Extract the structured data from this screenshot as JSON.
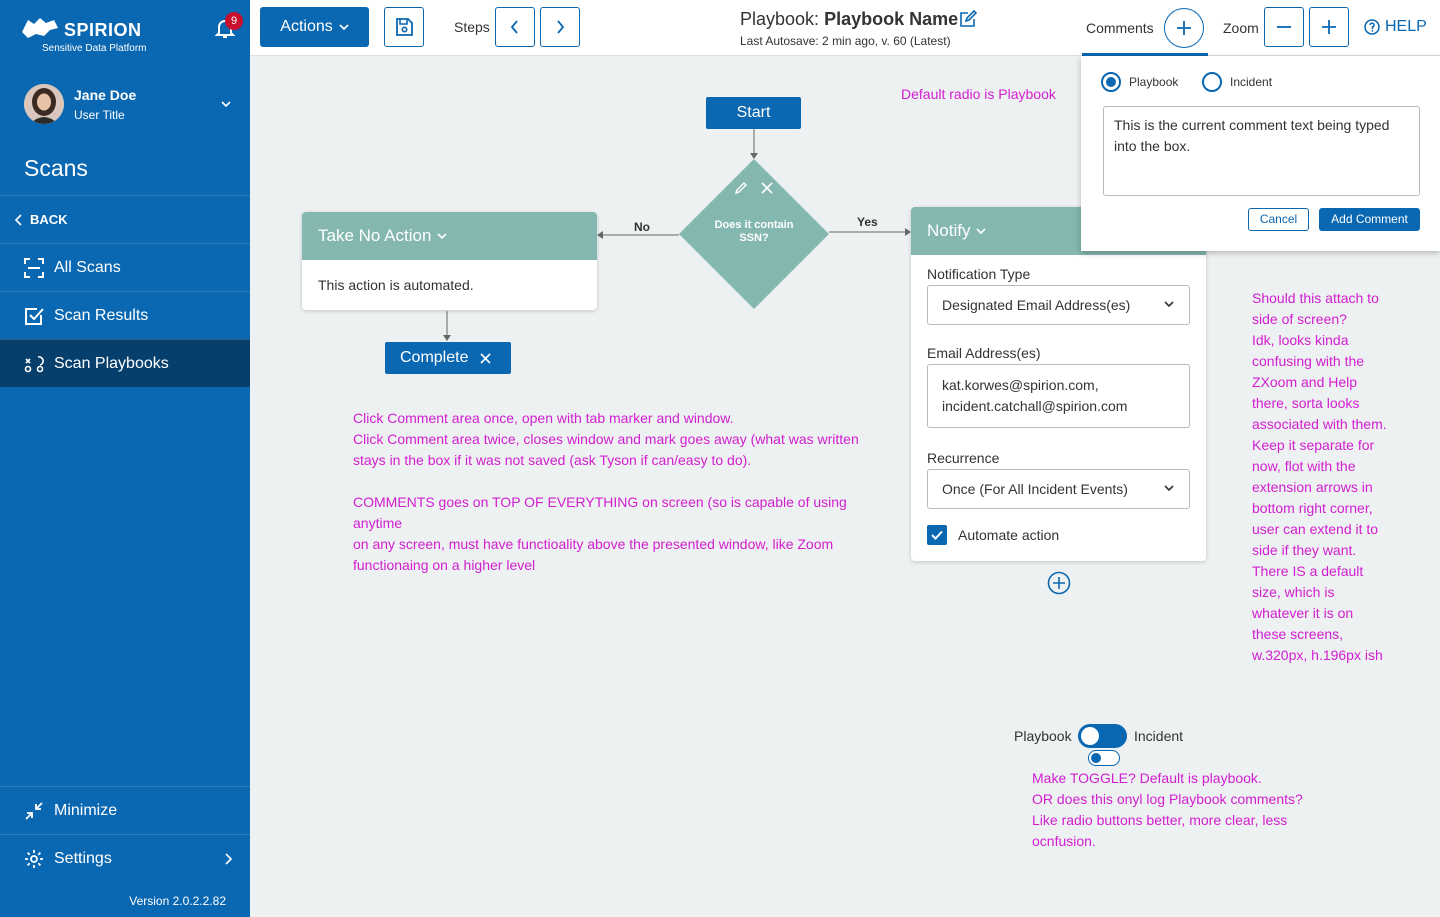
{
  "colors": {
    "brand": "#0a67b1",
    "sidebar_active": "#073f6c",
    "node_header": "#84b7b0",
    "annotation": "#d21ed0",
    "badge": "#c8102e"
  },
  "sidebar": {
    "logo_text": "SPIRION",
    "logo_subtitle": "Sensitive Data Platform",
    "notification_count": "9",
    "user": {
      "name": "Jane Doe",
      "title": "User Title"
    },
    "section_title": "Scans",
    "back_label": "BACK",
    "items": [
      {
        "label": "All Scans",
        "icon": "scan-frame-icon"
      },
      {
        "label": "Scan Results",
        "icon": "checkbox-icon"
      },
      {
        "label": "Scan Playbooks",
        "icon": "playbook-icon",
        "active": true
      }
    ],
    "minimize_label": "Minimize",
    "settings_label": "Settings",
    "version": "Version 2.0.2.2.82"
  },
  "topbar": {
    "actions_label": "Actions",
    "steps_label": "Steps",
    "playbook_prefix": "Playbook: ",
    "playbook_name": "Playbook Name",
    "autosave": "Last Autosave: 2 min ago, v. 60 (Latest)",
    "comments_label": "Comments",
    "zoom_label": "Zoom",
    "help_label": "HELP"
  },
  "flow": {
    "start_label": "Start",
    "decision_label": "Does it contain SSN?",
    "no_label": "No",
    "yes_label": "Yes",
    "take_no_action": {
      "title": "Take No Action",
      "body": "This action is automated."
    },
    "complete_label": "Complete",
    "notify": {
      "title": "Notify",
      "notification_type_label": "Notification Type",
      "notification_type_value": "Designated Email Address(es)",
      "email_label": "Email Address(es)",
      "email_line1": "kat.korwes@spirion.com,",
      "email_line2": "incident.catchall@spirion.com",
      "recurrence_label": "Recurrence",
      "recurrence_value": "Once (For All Incident Events)",
      "automate_label": "Automate action",
      "automate_checked": true
    }
  },
  "comment_panel": {
    "radio_playbook": "Playbook",
    "radio_incident": "Incident",
    "selected": "Playbook",
    "text": "This is the current comment text being typed into the box.",
    "cancel_label": "Cancel",
    "add_label": "Add Comment"
  },
  "toggle": {
    "left_label": "Playbook",
    "right_label": "Incident"
  },
  "annotations": {
    "default_radio": "Default radio is Playbook",
    "click_note": [
      "Click Comment area once, open with tab marker and window.",
      "Click Comment area twice, closes window and mark goes away (what was written",
      "stays in the box if it was not saved (ask Tyson if can/easy to do).",
      "",
      "COMMENTS goes on TOP OF EVERYTHING on screen (so is capable of using anytime",
      "on any screen, must have functioality above the presented window, like Zoom",
      "functionaing on a higher level"
    ],
    "side_note": [
      "Should this attach to",
      "side of screen?",
      "Idk, looks kinda",
      "confusing with the",
      "ZXoom and Help",
      "there, sorta looks",
      "associated with them.",
      "Keep it separate for",
      "now, flot with the",
      "extension arrows in",
      "bottom right corner,",
      "user can extend it to",
      "side if they want.",
      "There IS a default",
      "size, which is",
      "whatever it is on",
      "these screens,",
      "w.320px, h.196px ish"
    ],
    "toggle_note": [
      "Make TOGGLE? Default is playbook.",
      "OR does this onyl log Playbook comments?",
      "Like radio buttons better, more clear, less",
      "ocnfusion."
    ]
  }
}
